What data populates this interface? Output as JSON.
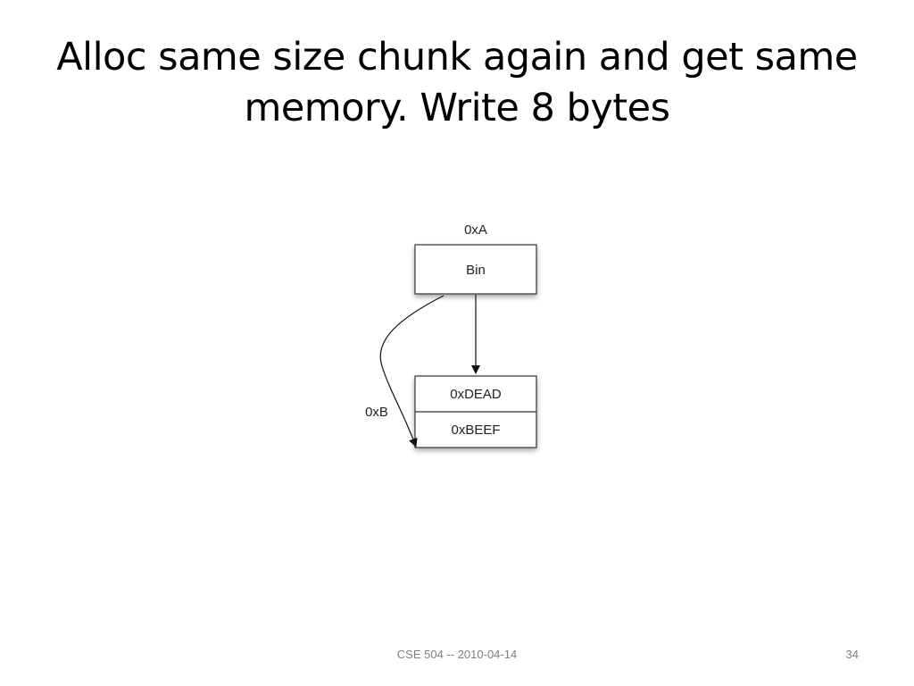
{
  "slide": {
    "title": "Alloc same size chunk again and get same memory. Write 8 bytes",
    "footer_text": "CSE 504 -- 2010-04-14",
    "page_number": "34"
  },
  "diagram": {
    "top_label": "0xA",
    "bin_label": "Bin",
    "chunk_cells": [
      "0xDEAD",
      "0xBEEF"
    ],
    "pointer_label": "0xB"
  }
}
